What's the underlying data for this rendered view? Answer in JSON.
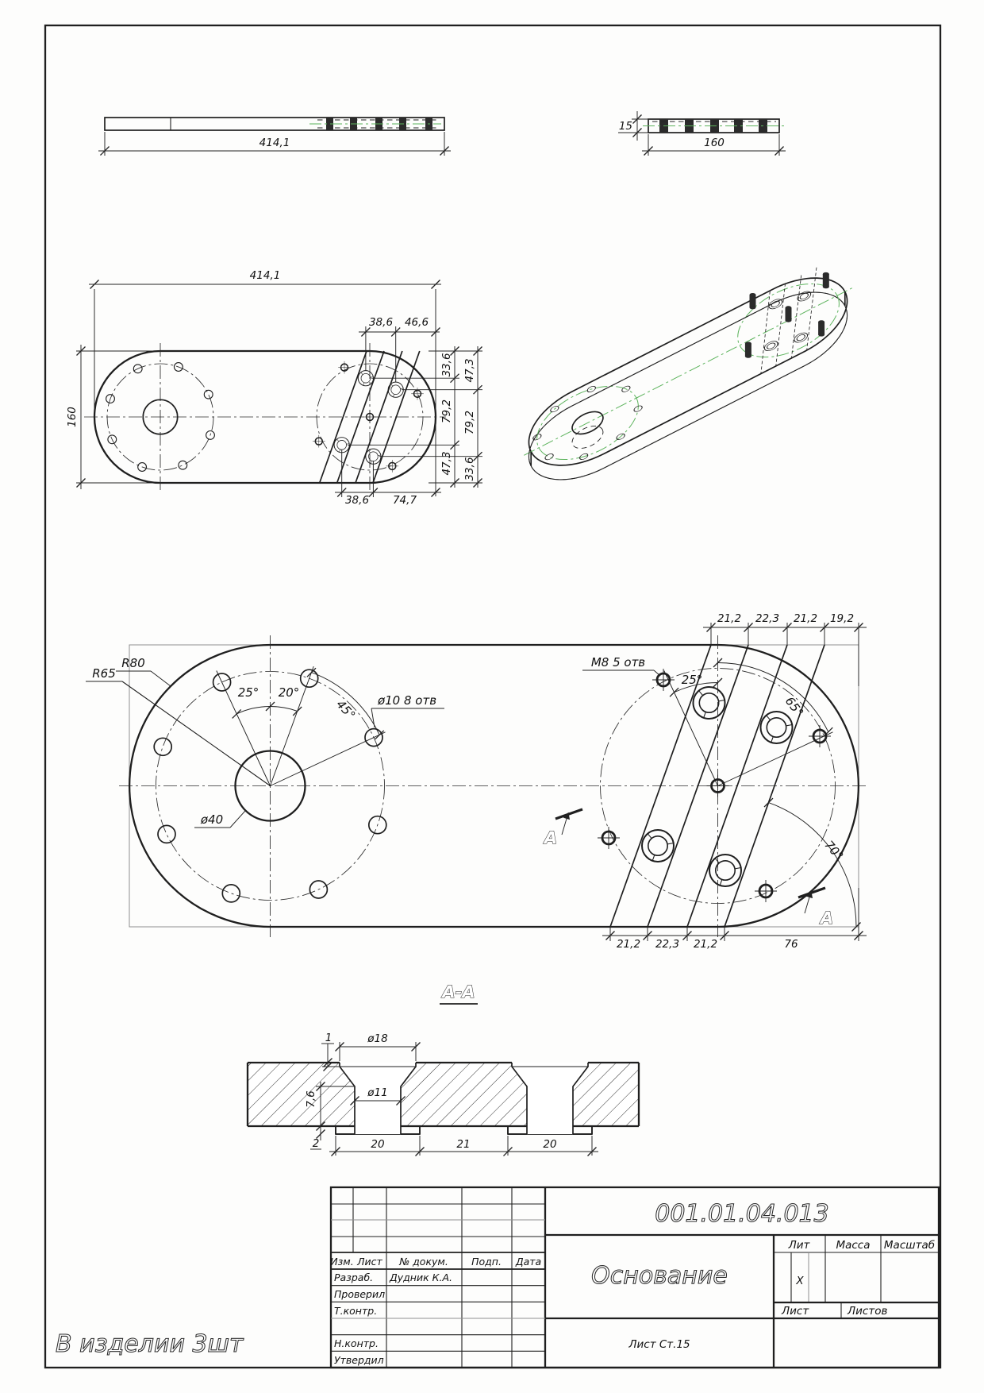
{
  "colors": {
    "line": "#1f1f1f",
    "centerline_green": "#5cb35c",
    "paper": "#fdfdfc"
  },
  "v1": {
    "len": "414,1"
  },
  "v2": {
    "th": "15",
    "w": "160"
  },
  "v3": {
    "len": "414,1",
    "w": "160",
    "t1": "38,6",
    "t2": "46,6",
    "ri": [
      "33,6",
      "79,2",
      "47,3"
    ],
    "ro": [
      "47,3",
      "79,2",
      "33,6"
    ],
    "b1": "38,6",
    "b2": "74,7"
  },
  "detail": {
    "r65": "R65",
    "r80": "R80",
    "d10": "ø10 8 отв",
    "d40": "ø40",
    "a25": "25°",
    "a20": "20°",
    "a45": "45°",
    "m8": "М8 5 отв",
    "a25b": "25°",
    "a65": "65°",
    "a70": "70°",
    "t": [
      "21,2",
      "22,3",
      "21,2",
      "19,2"
    ],
    "b": [
      "21,2",
      "22,3",
      "21,2",
      "76"
    ],
    "secA": "А"
  },
  "section": {
    "title": "А-А",
    "d18": "ø18",
    "d11": "ø11",
    "n1": "1",
    "n76": "7,6",
    "n2": "2",
    "w": [
      "20",
      "21",
      "20"
    ]
  },
  "tb": {
    "docnum": "001.01.04.013",
    "name": "Основание",
    "material": "Лист Ст.15",
    "note": "В изделии 3шт",
    "izm": "Изм.",
    "list": "Лист",
    "ndoc": "№ докум.",
    "podp": "Подп.",
    "data": "Дата",
    "razrab": "Разраб.",
    "proveril": "Проверил",
    "tkontr": "Т.контр.",
    "nkontr": "Н.контр.",
    "utverdil": "Утвердил",
    "author": "Дудник К.А.",
    "lit": "Лит",
    "massa": "Масса",
    "masshtab": "Масштаб",
    "list2": "Лист",
    "listov": "Листов",
    "litval": "X"
  }
}
